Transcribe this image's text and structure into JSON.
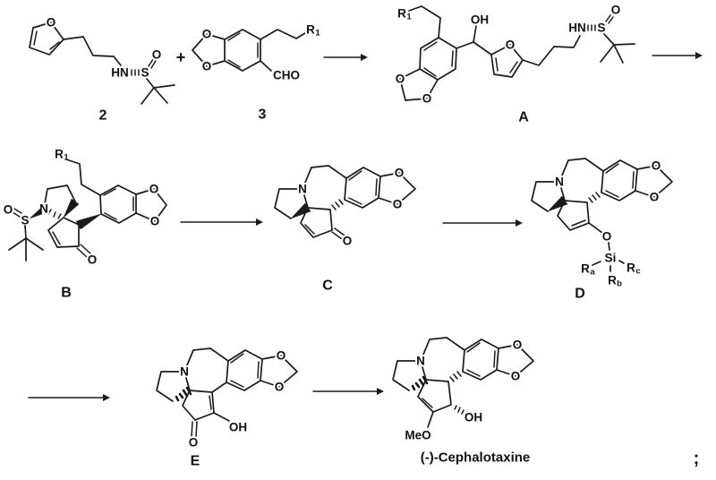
{
  "scheme": {
    "operators": {
      "plus": "+",
      "terminator": ";"
    },
    "compound_labels": {
      "c2": "2",
      "c3": "3",
      "A": "A",
      "B": "B",
      "C": "C",
      "D": "D",
      "E": "E",
      "final_name": "(-)-Cephalotaxine"
    },
    "atoms": {
      "O": "O",
      "N": "N",
      "HN": "HN",
      "S": "S",
      "Si": "Si",
      "OH": "OH",
      "CHO": "CHO",
      "MeO": "MeO",
      "R": "R",
      "sub_1": "1",
      "sub_a": "a",
      "sub_b": "b",
      "sub_c": "c"
    }
  }
}
